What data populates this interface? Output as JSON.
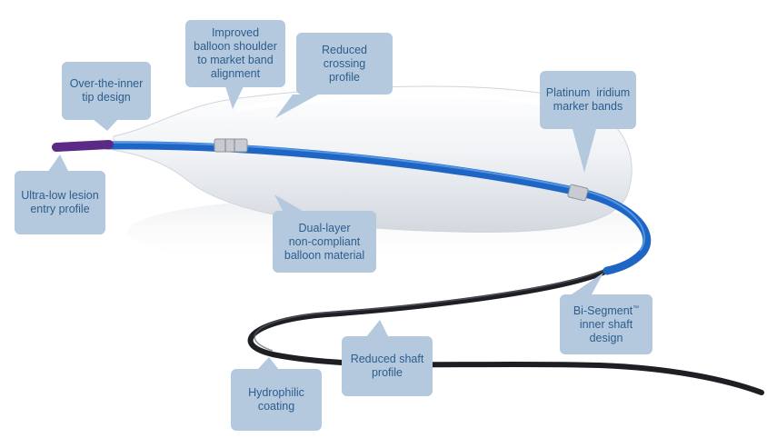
{
  "colors": {
    "callout_bg": "#b5c9de",
    "callout_text": "#2c5d8e",
    "shaft_blue": "#1f66c4",
    "tip_purple": "#5a2a86",
    "outer_shaft": "#1d1f23",
    "balloon": "#e8ebef",
    "marker_band": "#c8ccd2"
  },
  "icons": [
    "balloon-catheter-illustration"
  ],
  "callouts": {
    "over_the_inner": {
      "line1": "Over-the-inner",
      "line2": "tip design"
    },
    "improved_shoulder": {
      "line1": "Improved",
      "line2": "balloon shoulder",
      "line3": "to market band",
      "line4": "alignment"
    },
    "reduced_crossing": {
      "line1": "Reduced",
      "line2": "crossing",
      "line3": "profile"
    },
    "platinum_iridium": {
      "line1": "Platinum  iridium",
      "line2": "marker bands"
    },
    "ultra_low": {
      "line1": "Ultra-low lesion",
      "line2": "entry profile"
    },
    "dual_layer": {
      "line1": "Dual-layer",
      "line2": "non-compliant",
      "line3": "balloon material"
    },
    "bi_segment": {
      "line1_prefix": "Bi-Segment",
      "trademark": "™",
      "line2": "inner shaft",
      "line3": "design"
    },
    "reduced_shaft": {
      "line1": "Reduced shaft",
      "line2": "profile"
    },
    "hydrophilic": {
      "line1": "Hydrophilic",
      "line2": "coating"
    }
  }
}
